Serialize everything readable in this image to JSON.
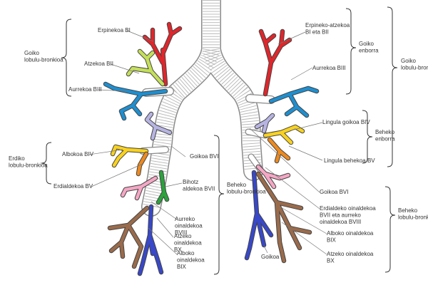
{
  "colors": {
    "red": "#e0262b",
    "yellow_green": "#c5e05a",
    "blue": "#1e8fd0",
    "lilac": "#b7b4e2",
    "yellow": "#f9d21f",
    "orange": "#ee8a1e",
    "green": "#2aa33b",
    "pink": "#f4a7c4",
    "brown": "#9a6b4b",
    "navy": "#3848c8",
    "trachea": "#ffffff"
  },
  "segments": {
    "r_b1": "Erpinekoa BI",
    "r_b2": "Atzekoa BII",
    "r_b3": "Aurrekoa BIII",
    "r_b4": "Albokoa BIV",
    "r_b5": "Erdialdekoa BV",
    "r_b6": "Goikoa BVI",
    "r_b7": "Bihotz aldekoa BVII",
    "r_b8": "Aurreko oinaldekoa BVIII",
    "r_b10": "Atzeko oinaldekoa BX",
    "r_b9": "Alboko oinaldekoa BIX",
    "l_b12": "Erpineko-atzekoa BI eta BII",
    "l_b3": "Aurrekoa BIII",
    "l_b4": "Lingula goikoa BIV",
    "l_b5": "Lingula behekoa BV",
    "l_b6": "Goikoa BVI",
    "l_b78": "Erdialdeko oinaldekoa BVII eta aurreko oinaldekoa BVIII",
    "l_b9": "Alboko oinaldekoa BIX",
    "l_b10": "Atzeko oinaldekoa BX",
    "l_goikoa": "Goikoa"
  },
  "groups": {
    "r_upper": "Goiko lobulu-bronkioa",
    "r_middle": "Erdiko lobulu-bronkioa",
    "r_lower": "Beheko lobulu-bronkioa",
    "l_upper_trunk": "Goiko enborra",
    "l_lower_trunk": "Beheko enborra",
    "l_upper": "Goiko lobulu-bronkioa",
    "l_lower": "Beheko lobulu-bronkioa"
  }
}
